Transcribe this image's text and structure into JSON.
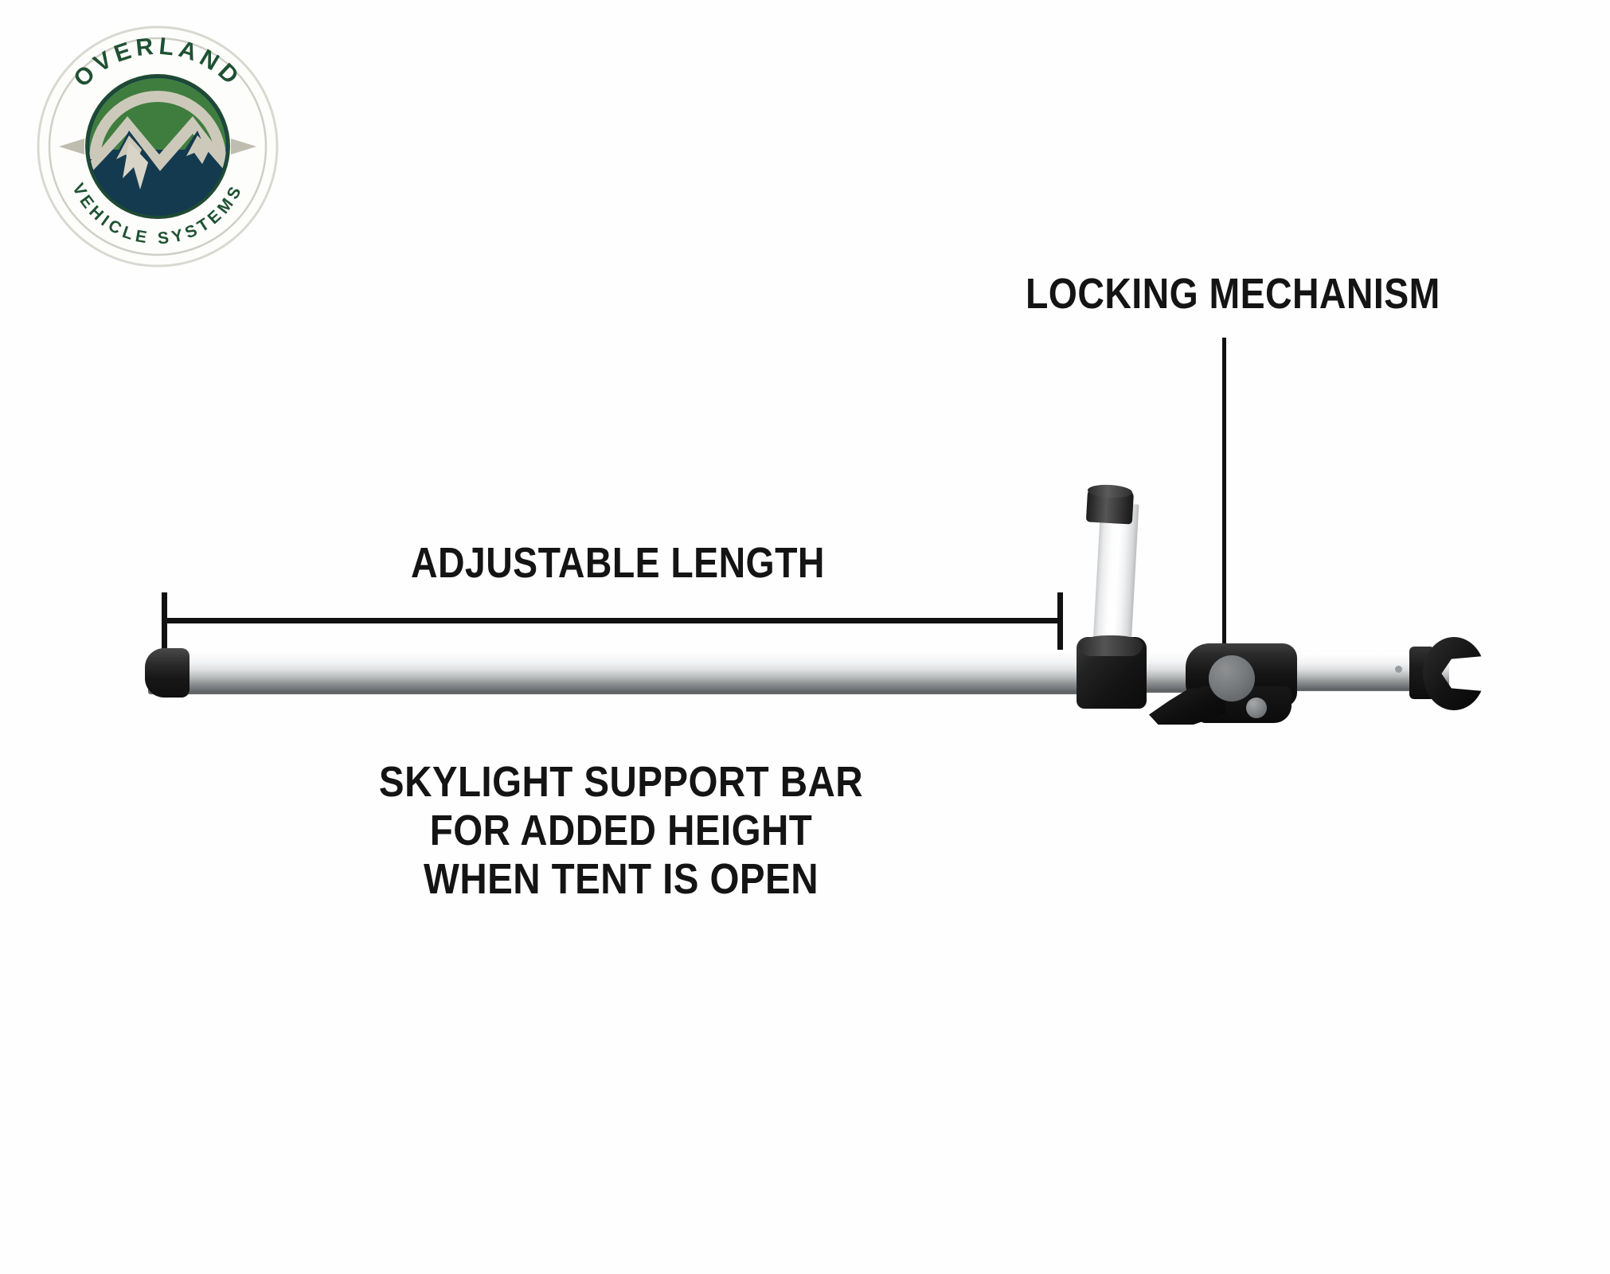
{
  "page": {
    "background_color": "#fefefe",
    "text_color": "#141414"
  },
  "logo": {
    "name": "overland-vehicle-systems-logo",
    "top_arc_text": "OVERLAND",
    "bottom_arc_text": "VEHICLE SYSTEMS",
    "emblem": "mountain-range-emblem",
    "colors": {
      "ring_outline": "#c9c9c2",
      "arc_text": "#1f5133",
      "sky_green": "#3f7d3f",
      "mountain_navy": "#143a4f",
      "ridge_tan": "#cdc9ba",
      "arrow_tan": "#bfbcb0",
      "badge_white": "#fdfdfb"
    }
  },
  "annotations": {
    "locking_mechanism": {
      "label": "LOCKING MECHANISM",
      "leader": "vertical-leader-line",
      "leader_color": "#111111"
    },
    "adjustable_length": {
      "label": "ADJUSTABLE LENGTH",
      "dimension_line": "capped-dimension-line",
      "dimension_color": "#111111"
    }
  },
  "caption": {
    "lines": [
      "SKYLIGHT SUPPORT BAR",
      "FOR ADDED HEIGHT",
      "WHEN TENT IS OPEN"
    ],
    "line1": "SKYLIGHT SUPPORT BAR",
    "line2": "FOR ADDED HEIGHT",
    "line3": "WHEN TENT IS OPEN"
  },
  "product": {
    "name": "skylight-support-bar",
    "parts": [
      {
        "name": "end-cap-left",
        "color": "#141414"
      },
      {
        "name": "main-aluminum-tube",
        "color": "#d6d8d9"
      },
      {
        "name": "vertical-prop-tube",
        "color": "#f5f5f5"
      },
      {
        "name": "prop-tube-cap",
        "color": "#1d1d1d"
      },
      {
        "name": "prop-tube-collar",
        "color": "#141414"
      },
      {
        "name": "locking-clamp-body",
        "color": "#111111"
      },
      {
        "name": "clamp-release-button",
        "color": "#76797b"
      },
      {
        "name": "clamp-lever",
        "color": "#0e0e0e"
      },
      {
        "name": "c-hook-end",
        "color": "#121212"
      }
    ]
  }
}
